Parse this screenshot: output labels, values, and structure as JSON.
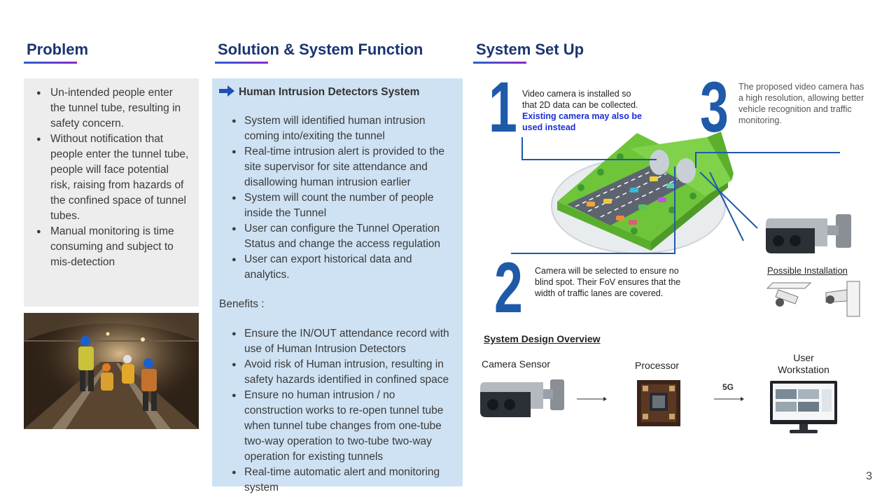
{
  "headings": {
    "problem": "Problem",
    "solution": "Solution & System Function",
    "setup": "System Set Up"
  },
  "problem": {
    "items": [
      "Un-intended people enter the tunnel tube, resulting in safety concern.",
      "Without notification that people enter the tunnel tube, people will face potential risk, raising from hazards of the confined space of tunnel tubes.",
      "Manual monitoring is time consuming and subject to mis-detection"
    ]
  },
  "solution": {
    "title": "Human Intrusion Detectors System",
    "items": [
      "System will identified human intrusion coming into/exiting the tunnel",
      "Real-time intrusion alert is provided to the site supervisor for site attendance and disallowing human intrusion earlier",
      "System will count the number of people inside the Tunnel",
      "User can configure the Tunnel Operation Status and change the access regulation",
      "User can export historical data and analytics."
    ],
    "benefits_label": "Benefits :",
    "benefits": [
      "Ensure the IN/OUT attendance record with use of Human Intrusion Detectors",
      "Avoid risk of Human intrusion, resulting in safety hazards identified in confined space",
      "Ensure no human intrusion / no construction works to re-open tunnel tube when tunnel tube changes from one-tube two-way operation to two-tube two-way operation for existing tunnels",
      "Real-time automatic alert and monitoring system"
    ]
  },
  "setup": {
    "num1": "1",
    "num2": "2",
    "num3": "3",
    "note1_plain": "Video camera is installed so that 2D data can be collected.",
    "note1_strong": "Existing camera may also be used instead",
    "note2": "Camera will be selected to ensure no blind spot. Their FoV ensures that the width of traffic lanes are covered.",
    "note3": "The proposed video camera has a high resolution, allowing better vehicle recognition and traffic monitoring.",
    "possible_installation": "Possible Installation"
  },
  "design": {
    "title": "System Design Overview",
    "camera_sensor": "Camera Sensor",
    "processor": "Processor",
    "workstation": "User Workstation",
    "link": "5G"
  },
  "page_number": "3",
  "colors": {
    "heading": "#1a3570",
    "accent_blue": "#1e5aa8",
    "panel_gray": "#ededed",
    "panel_blue": "#cfe2f3",
    "highlight": "#1a2ed6"
  }
}
